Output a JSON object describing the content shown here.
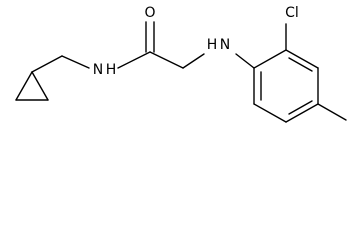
{
  "molecule": {
    "atoms": {
      "oxygen": "O",
      "amide_nitrogen": "N",
      "amide_hydrogen": "H",
      "amine_nitrogen": "N",
      "amine_hydrogen": "H",
      "chlorine": "Cl"
    },
    "colors": {
      "bond": "#000000",
      "label": "#000000",
      "background": "#ffffff"
    }
  }
}
